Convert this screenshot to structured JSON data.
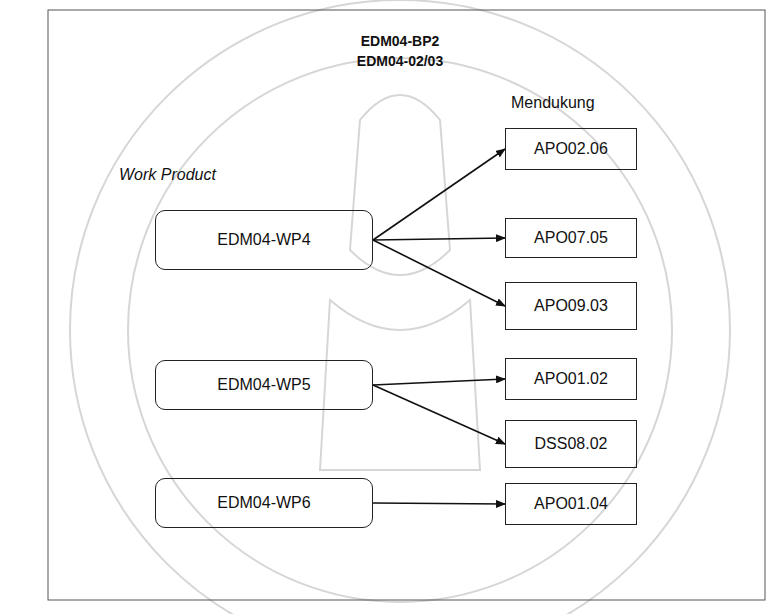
{
  "diagram": {
    "title": "EDM04-BP2 EDM04-02/03",
    "nodes": [
      {
        "text": [
          "EDM04-WP4"
        ]
      },
      {
        "text": [
          "EDM04-WP5"
        ]
      },
      {
        "text": [
          "EDM04-WP6"
        ]
      },
      {
        "text": [
          "APO02.06"
        ]
      },
      {
        "text": [
          "APO07.05"
        ]
      },
      {
        "text": [
          "APO09.03"
        ]
      },
      {
        "text": [
          "APO01.02"
        ]
      },
      {
        "text": [
          "DSS08.02"
        ]
      },
      {
        "text": [
          "APO01.04"
        ]
      }
    ],
    "edges": [
      {
        "from": 0,
        "to": 3,
        "arrow": "to"
      },
      {
        "from": 0,
        "to": 4,
        "arrow": "to"
      },
      {
        "from": 0,
        "to": 5,
        "arrow": "to"
      },
      {
        "from": 1,
        "to": 6,
        "arrow": "to"
      },
      {
        "from": 1,
        "to": 7,
        "arrow": "to"
      },
      {
        "from": 2,
        "to": 8,
        "arrow": "to"
      }
    ],
    "labels": [
      "Mendukung",
      "Work Product"
    ]
  }
}
